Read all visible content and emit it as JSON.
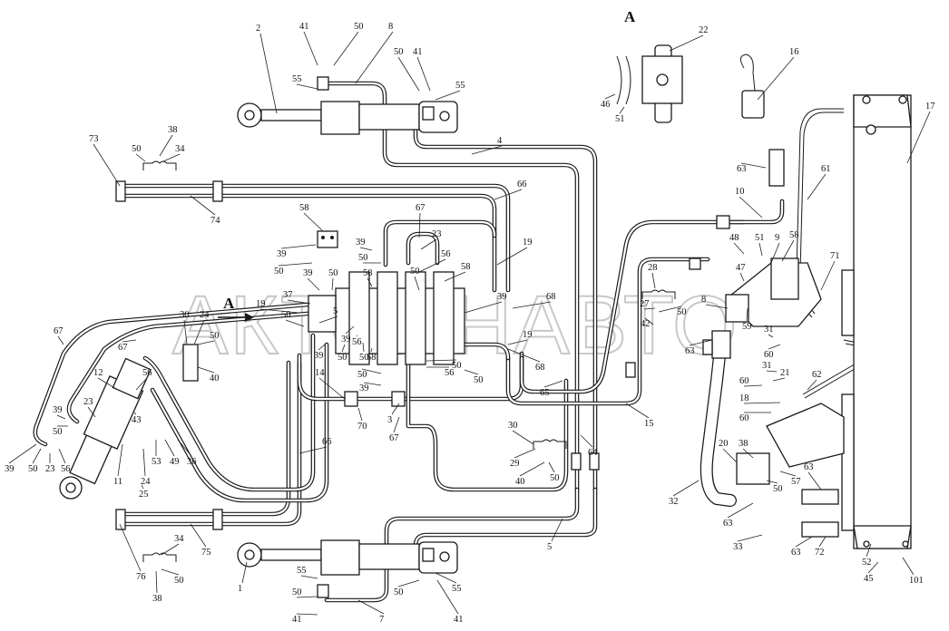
{
  "diagram": {
    "section_label": "A",
    "view_marker": "A",
    "watermark": "АКТОЛНАВТО",
    "callouts": [
      {
        "id": "2",
        "text": "2"
      },
      {
        "id": "41a",
        "text": "41"
      },
      {
        "id": "50a",
        "text": "50"
      },
      {
        "id": "8",
        "text": "8"
      },
      {
        "id": "55a",
        "text": "55"
      },
      {
        "id": "50b",
        "text": "50"
      },
      {
        "id": "41b",
        "text": "41"
      },
      {
        "id": "55b",
        "text": "55"
      },
      {
        "id": "4",
        "text": "4"
      },
      {
        "id": "22",
        "text": "22"
      },
      {
        "id": "46",
        "text": "46"
      },
      {
        "id": "51a",
        "text": "51"
      },
      {
        "id": "16",
        "text": "16"
      },
      {
        "id": "17",
        "text": "17"
      },
      {
        "id": "73",
        "text": "73"
      },
      {
        "id": "38a",
        "text": "38"
      },
      {
        "id": "50c",
        "text": "50"
      },
      {
        "id": "34a",
        "text": "34"
      },
      {
        "id": "74",
        "text": "74"
      },
      {
        "id": "66a",
        "text": "66"
      },
      {
        "id": "63a",
        "text": "63"
      },
      {
        "id": "61",
        "text": "61"
      },
      {
        "id": "10",
        "text": "10"
      },
      {
        "id": "67a",
        "text": "67"
      },
      {
        "id": "23a",
        "text": "23"
      },
      {
        "id": "58a",
        "text": "58"
      },
      {
        "id": "39a",
        "text": "39"
      },
      {
        "id": "50d",
        "text": "50"
      },
      {
        "id": "39b",
        "text": "39"
      },
      {
        "id": "50e",
        "text": "50"
      },
      {
        "id": "48",
        "text": "48"
      },
      {
        "id": "51b",
        "text": "51"
      },
      {
        "id": "9",
        "text": "9"
      },
      {
        "id": "58b",
        "text": "58"
      },
      {
        "id": "19a",
        "text": "19"
      },
      {
        "id": "56a",
        "text": "56"
      },
      {
        "id": "58c",
        "text": "58"
      },
      {
        "id": "28",
        "text": "28"
      },
      {
        "id": "71",
        "text": "71"
      },
      {
        "id": "39c",
        "text": "39"
      },
      {
        "id": "50f",
        "text": "50"
      },
      {
        "id": "58d",
        "text": "58"
      },
      {
        "id": "50g",
        "text": "50"
      },
      {
        "id": "39d",
        "text": "39"
      },
      {
        "id": "68a",
        "text": "68"
      },
      {
        "id": "27",
        "text": "27"
      },
      {
        "id": "8b",
        "text": "8"
      },
      {
        "id": "47",
        "text": "47"
      },
      {
        "id": "37",
        "text": "37"
      },
      {
        "id": "19b",
        "text": "19"
      },
      {
        "id": "50h",
        "text": "50"
      },
      {
        "id": "5a",
        "text": "5"
      },
      {
        "id": "39e",
        "text": "39"
      },
      {
        "id": "50i",
        "text": "50"
      },
      {
        "id": "50j",
        "text": "50"
      },
      {
        "id": "42",
        "text": "42"
      },
      {
        "id": "50k",
        "text": "50"
      },
      {
        "id": "59",
        "text": "59"
      },
      {
        "id": "31a",
        "text": "31"
      },
      {
        "id": "30a",
        "text": "30"
      },
      {
        "id": "24a",
        "text": "24"
      },
      {
        "id": "67b",
        "text": "67"
      },
      {
        "id": "19c",
        "text": "19"
      },
      {
        "id": "63b",
        "text": "63"
      },
      {
        "id": "60a",
        "text": "60"
      },
      {
        "id": "50l",
        "text": "50"
      },
      {
        "id": "67c",
        "text": "67"
      },
      {
        "id": "39f",
        "text": "39"
      },
      {
        "id": "56b",
        "text": "56"
      },
      {
        "id": "50m",
        "text": "50"
      },
      {
        "id": "58e",
        "text": "58"
      },
      {
        "id": "68b",
        "text": "68"
      },
      {
        "id": "31b",
        "text": "31"
      },
      {
        "id": "62",
        "text": "62"
      },
      {
        "id": "40a",
        "text": "40"
      },
      {
        "id": "12",
        "text": "12"
      },
      {
        "id": "56c",
        "text": "56"
      },
      {
        "id": "14",
        "text": "14"
      },
      {
        "id": "50n",
        "text": "50"
      },
      {
        "id": "39g",
        "text": "39"
      },
      {
        "id": "56d",
        "text": "56"
      },
      {
        "id": "50o",
        "text": "50"
      },
      {
        "id": "21",
        "text": "21"
      },
      {
        "id": "60b",
        "text": "60"
      },
      {
        "id": "23b",
        "text": "23"
      },
      {
        "id": "65",
        "text": "65"
      },
      {
        "id": "18",
        "text": "18"
      },
      {
        "id": "39h",
        "text": "39"
      },
      {
        "id": "50p",
        "text": "50"
      },
      {
        "id": "43",
        "text": "43"
      },
      {
        "id": "70",
        "text": "70"
      },
      {
        "id": "3",
        "text": "3"
      },
      {
        "id": "15",
        "text": "15"
      },
      {
        "id": "60c",
        "text": "60"
      },
      {
        "id": "67d",
        "text": "67"
      },
      {
        "id": "30b",
        "text": "30"
      },
      {
        "id": "66b",
        "text": "66"
      },
      {
        "id": "64",
        "text": "64"
      },
      {
        "id": "39i",
        "text": "39"
      },
      {
        "id": "50q",
        "text": "50"
      },
      {
        "id": "23c",
        "text": "23"
      },
      {
        "id": "56e",
        "text": "56"
      },
      {
        "id": "53",
        "text": "53"
      },
      {
        "id": "49",
        "text": "49"
      },
      {
        "id": "36",
        "text": "36"
      },
      {
        "id": "29",
        "text": "29"
      },
      {
        "id": "20",
        "text": "20"
      },
      {
        "id": "38b",
        "text": "38"
      },
      {
        "id": "11",
        "text": "11"
      },
      {
        "id": "24b",
        "text": "24"
      },
      {
        "id": "25",
        "text": "25"
      },
      {
        "id": "40b",
        "text": "40"
      },
      {
        "id": "50r",
        "text": "50"
      },
      {
        "id": "57",
        "text": "57"
      },
      {
        "id": "63c",
        "text": "63"
      },
      {
        "id": "50s",
        "text": "50"
      },
      {
        "id": "32",
        "text": "32"
      },
      {
        "id": "63d",
        "text": "63"
      },
      {
        "id": "5b",
        "text": "5"
      },
      {
        "id": "34b",
        "text": "34"
      },
      {
        "id": "75",
        "text": "75"
      },
      {
        "id": "33",
        "text": "33"
      },
      {
        "id": "63e",
        "text": "63"
      },
      {
        "id": "72",
        "text": "72"
      },
      {
        "id": "76",
        "text": "76"
      },
      {
        "id": "50t",
        "text": "50"
      },
      {
        "id": "38c",
        "text": "38"
      },
      {
        "id": "1",
        "text": "1"
      },
      {
        "id": "55c",
        "text": "55"
      },
      {
        "id": "55d",
        "text": "55"
      },
      {
        "id": "52",
        "text": "52"
      },
      {
        "id": "45",
        "text": "45"
      },
      {
        "id": "101",
        "text": "101"
      },
      {
        "id": "50u",
        "text": "50"
      },
      {
        "id": "50v",
        "text": "50"
      },
      {
        "id": "41c",
        "text": "41"
      },
      {
        "id": "7",
        "text": "7"
      },
      {
        "id": "41d",
        "text": "41"
      }
    ]
  }
}
